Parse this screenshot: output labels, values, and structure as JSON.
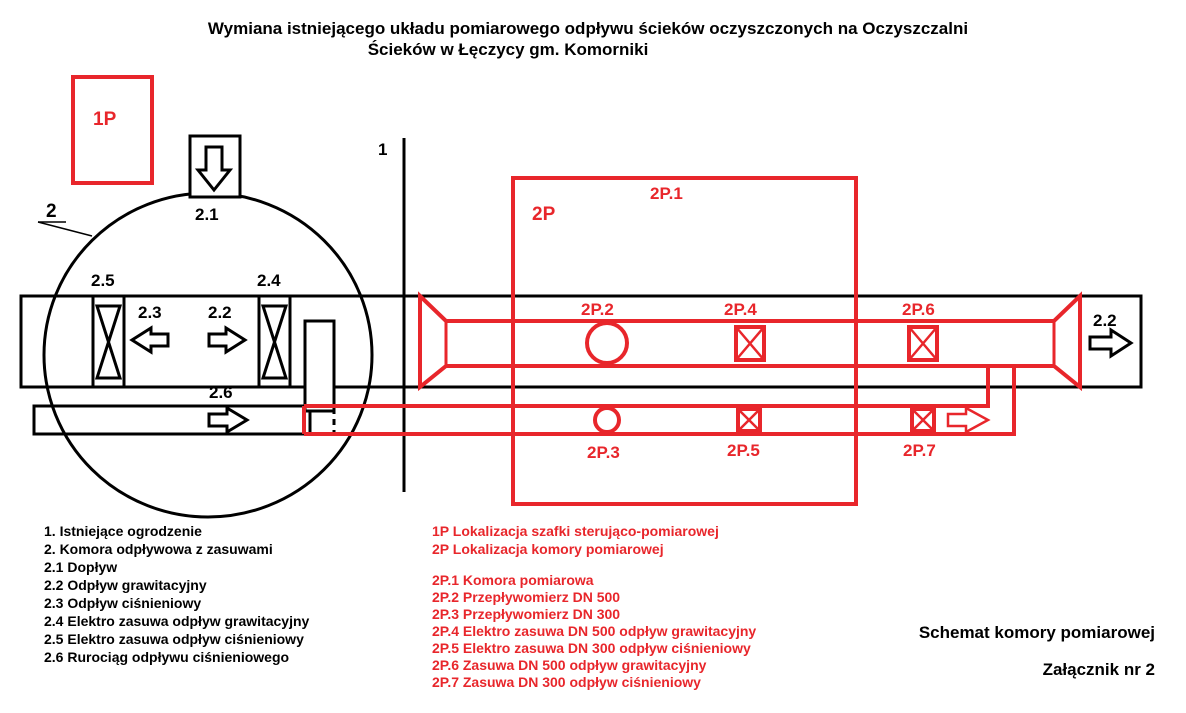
{
  "colors": {
    "black": "#000000",
    "red": "#e8262b",
    "background": "#ffffff"
  },
  "title": {
    "line1": "Wymiana istniejącego układu pomiarowego odpływu ścieków oczyszczonych na Oczyszczalni",
    "line2": "Ścieków w Łęczycy gm. Komorniki"
  },
  "labels": {
    "l1P": "1P",
    "l1": "1",
    "l2": "2",
    "l2_1": "2.1",
    "l2_2": "2.2",
    "l2_3": "2.3",
    "l2_4": "2.4",
    "l2_5": "2.5",
    "l2_6": "2.6",
    "l2_2_out": "2.2",
    "l2P": "2P",
    "l2P_1": "2P.1",
    "l2P_2": "2P.2",
    "l2P_3": "2P.3",
    "l2P_4": "2P.4",
    "l2P_5": "2P.5",
    "l2P_6": "2P.6",
    "l2P_7": "2P.7"
  },
  "legend_black": [
    "1. Istniejące ogrodzenie",
    "2. Komora odpływowa z zasuwami",
    "2.1 Dopływ",
    "2.2 Odpływ grawitacyjny",
    "2.3 Odpływ ciśnieniowy",
    "2.4 Elektro zasuwa odpływ grawitacyjny",
    "2.5 Elektro zasuwa odpływ ciśnieniowy",
    "2.6 Rurociąg odpływu ciśnieniowego"
  ],
  "legend_red_a": [
    "1P Lokalizacja szafki sterująco-pomiarowej",
    "2P Lokalizacja komory pomiarowej"
  ],
  "legend_red_b": [
    "2P.1 Komora pomiarowa",
    "2P.2 Przepływomierz DN 500",
    "2P.3 Przepływomierz DN 300",
    "2P.4 Elektro zasuwa DN 500 odpływ grawitacyjny",
    "2P.5 Elektro zasuwa DN 300 odpływ ciśnieniowy",
    "2P.6 Zasuwa DN 500 odpływ grawitacyjny",
    "2P.7 Zasuwa DN 300 odpływ ciśnieniowy"
  ],
  "side": {
    "schema": "Schemat komory pomiarowej",
    "attachment": "Załącznik nr 2"
  }
}
